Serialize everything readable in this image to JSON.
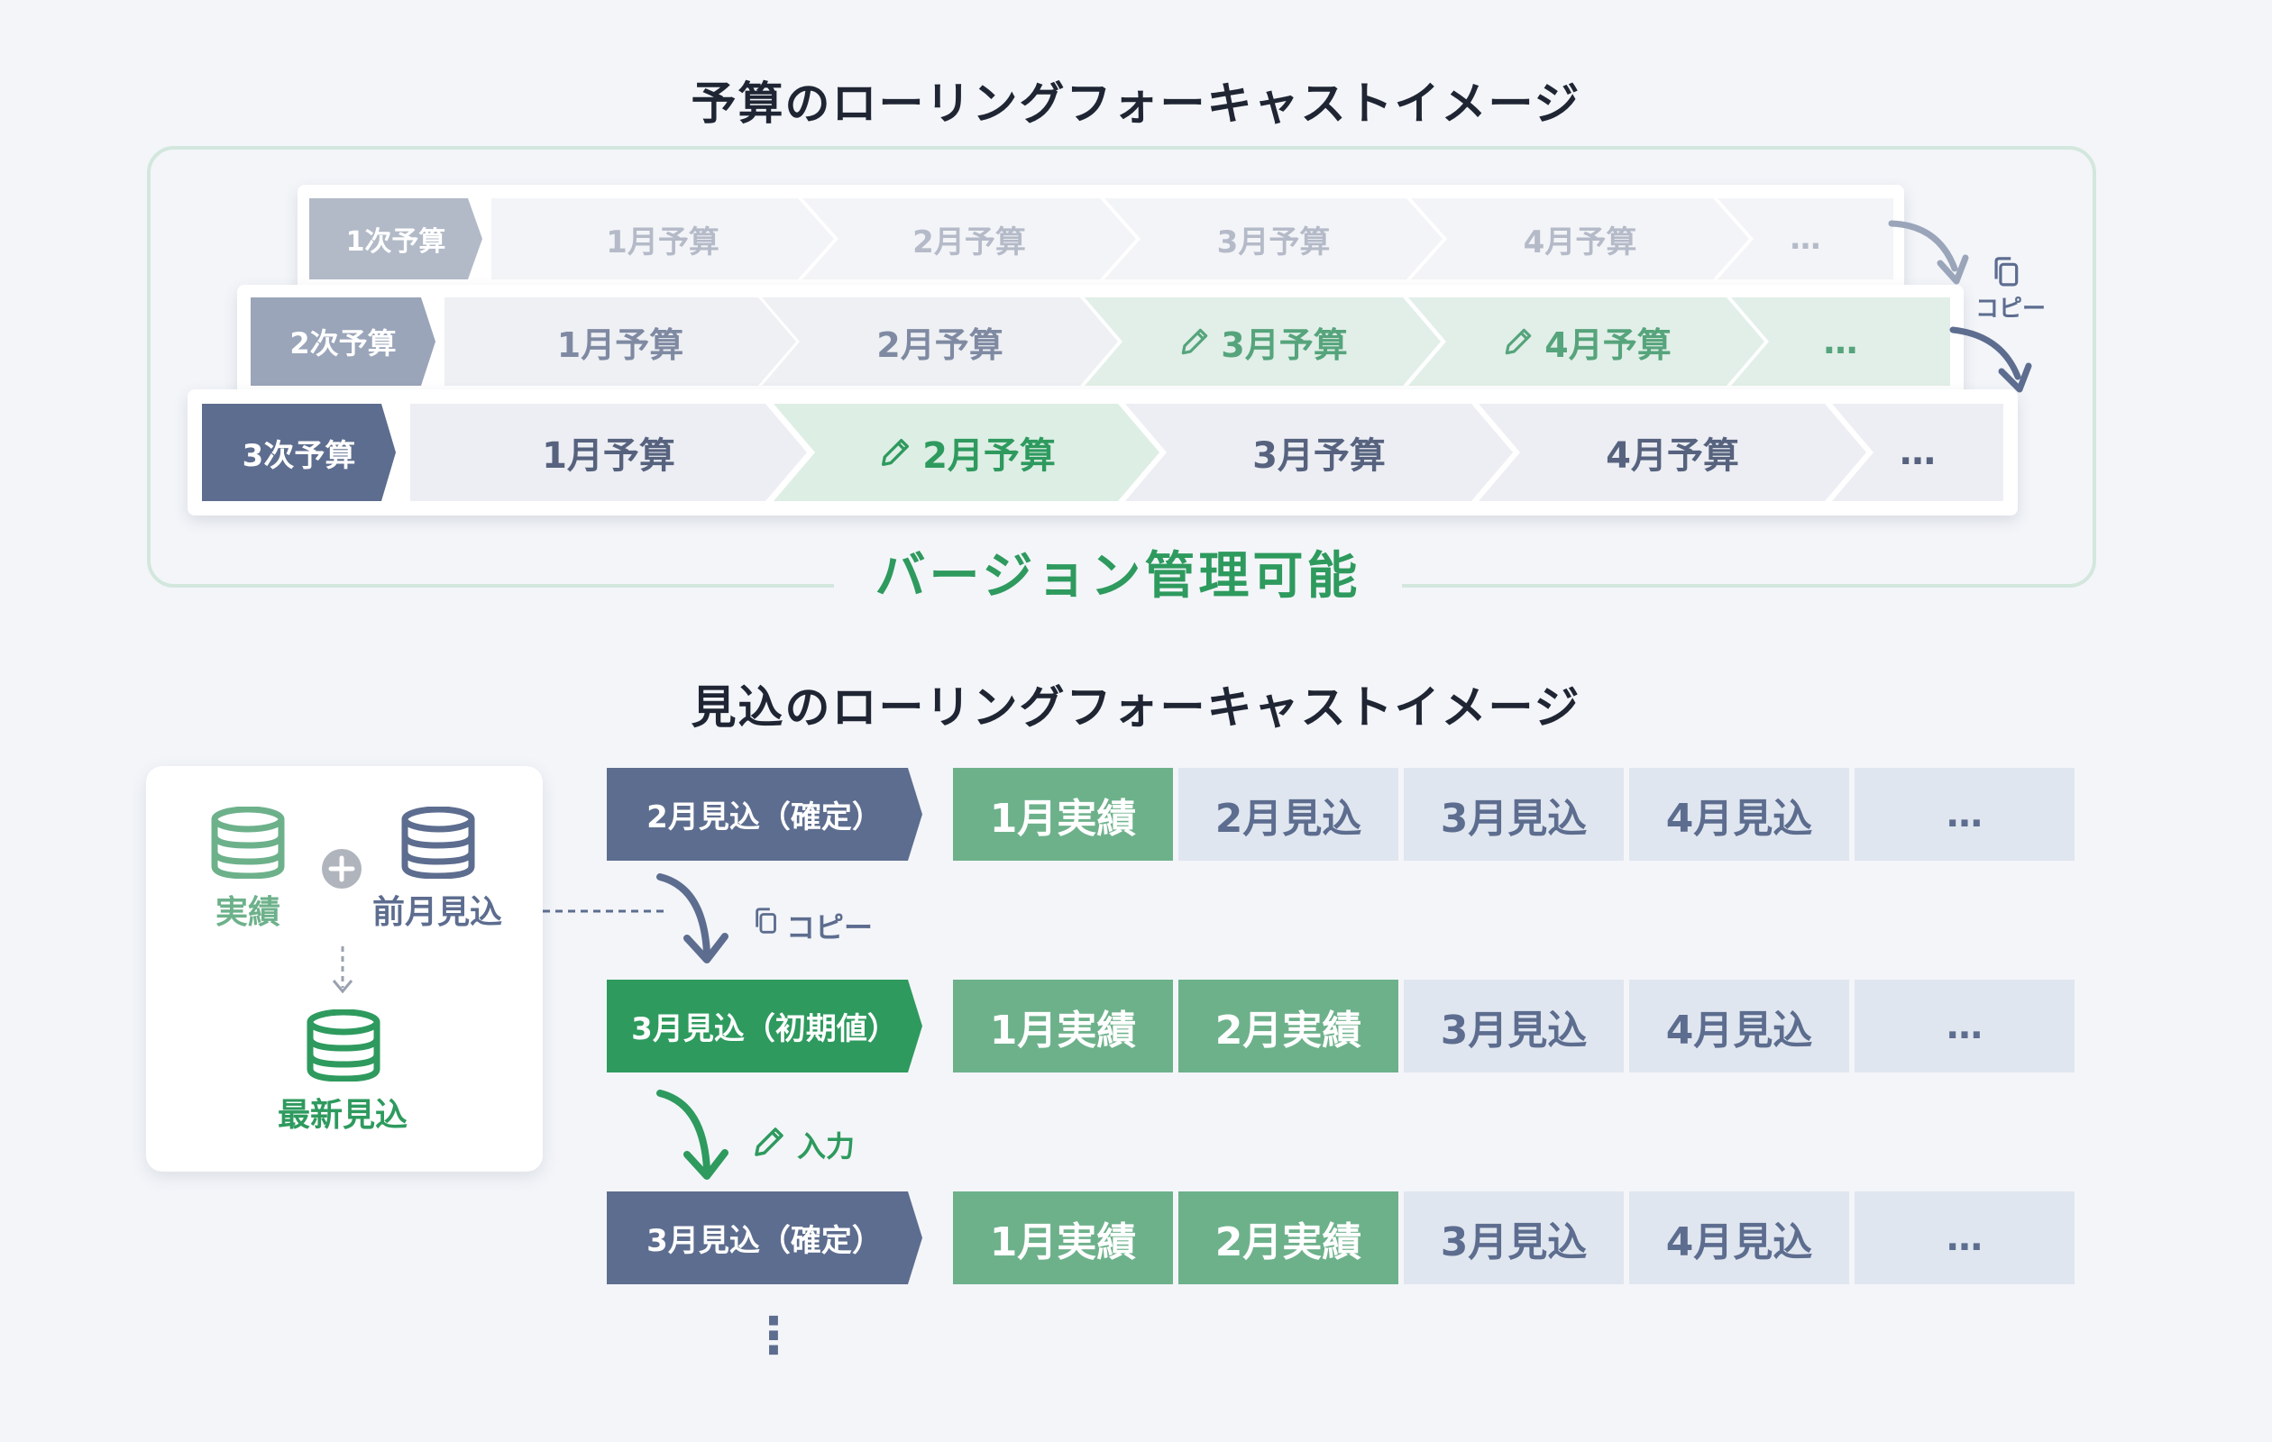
{
  "colors": {
    "background": "#f3f5f9",
    "green_dark": "#2e9a5e",
    "green_mid": "#6db18b",
    "green_light": "#deeee6",
    "navy": "#5d6d8f",
    "navy_light": "#e0e6ef",
    "gray_light": "#ecedf2"
  },
  "budget": {
    "title": "予算のローリングフォーキャストイメージ",
    "frame_label": "バージョン管理可能",
    "copy_label": "コピー",
    "rows": [
      {
        "tag": "1次予算",
        "cells": [
          "1月予算",
          "2月予算",
          "3月予算",
          "4月予算",
          "…"
        ]
      },
      {
        "tag": "2次予算",
        "cells": [
          "1月予算",
          "2月予算",
          "3月予算",
          "4月予算",
          "…"
        ]
      },
      {
        "tag": "3次予算",
        "cells": [
          "1月予算",
          "2月予算",
          "3月予算",
          "4月予算",
          "…"
        ]
      }
    ]
  },
  "forecast": {
    "title": "見込のローリングフォーキャストイメージ",
    "legend": {
      "actual": "実績",
      "prev_forecast": "前月見込",
      "latest_forecast": "最新見込"
    },
    "copy_label": "コピー",
    "input_label": "入力",
    "rows": [
      {
        "tag": "2月見込（確定）",
        "cells": [
          "1月実績",
          "2月見込",
          "3月見込",
          "4月見込",
          "…"
        ]
      },
      {
        "tag": "3月見込（初期値）",
        "cells": [
          "1月実績",
          "2月実績",
          "3月見込",
          "4月見込",
          "…"
        ]
      },
      {
        "tag": "3月見込（確定）",
        "cells": [
          "1月実績",
          "2月実績",
          "3月見込",
          "4月見込",
          "…"
        ]
      }
    ],
    "more": "⋮"
  }
}
